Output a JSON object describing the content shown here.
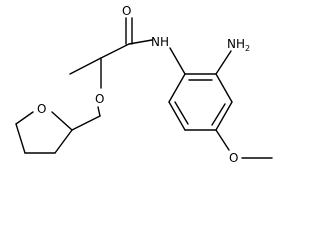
{
  "molecule": {
    "atom_labels": {
      "carbonyl_oxygen": "O",
      "amide_nh": "NH",
      "amine": {
        "main": "NH",
        "subscript": "2"
      },
      "ether_oxygen": "O",
      "methoxy_oxygen": "O",
      "ring_oxygen": "O"
    }
  }
}
